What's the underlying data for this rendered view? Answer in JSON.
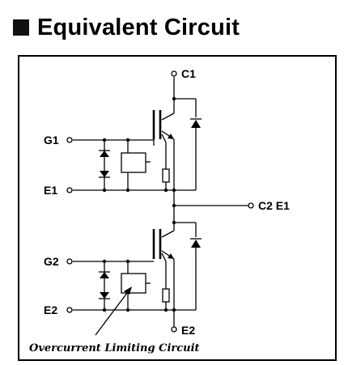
{
  "heading": {
    "title": "Equivalent Circuit"
  },
  "terminals": {
    "c1": "C1",
    "g1": "G1",
    "e1": "E1",
    "c2e1": "C2 E1",
    "g2": "G2",
    "e2_left": "E2",
    "e2_bottom": "E2"
  },
  "caption": "Overcurrent Limiting Circuit"
}
